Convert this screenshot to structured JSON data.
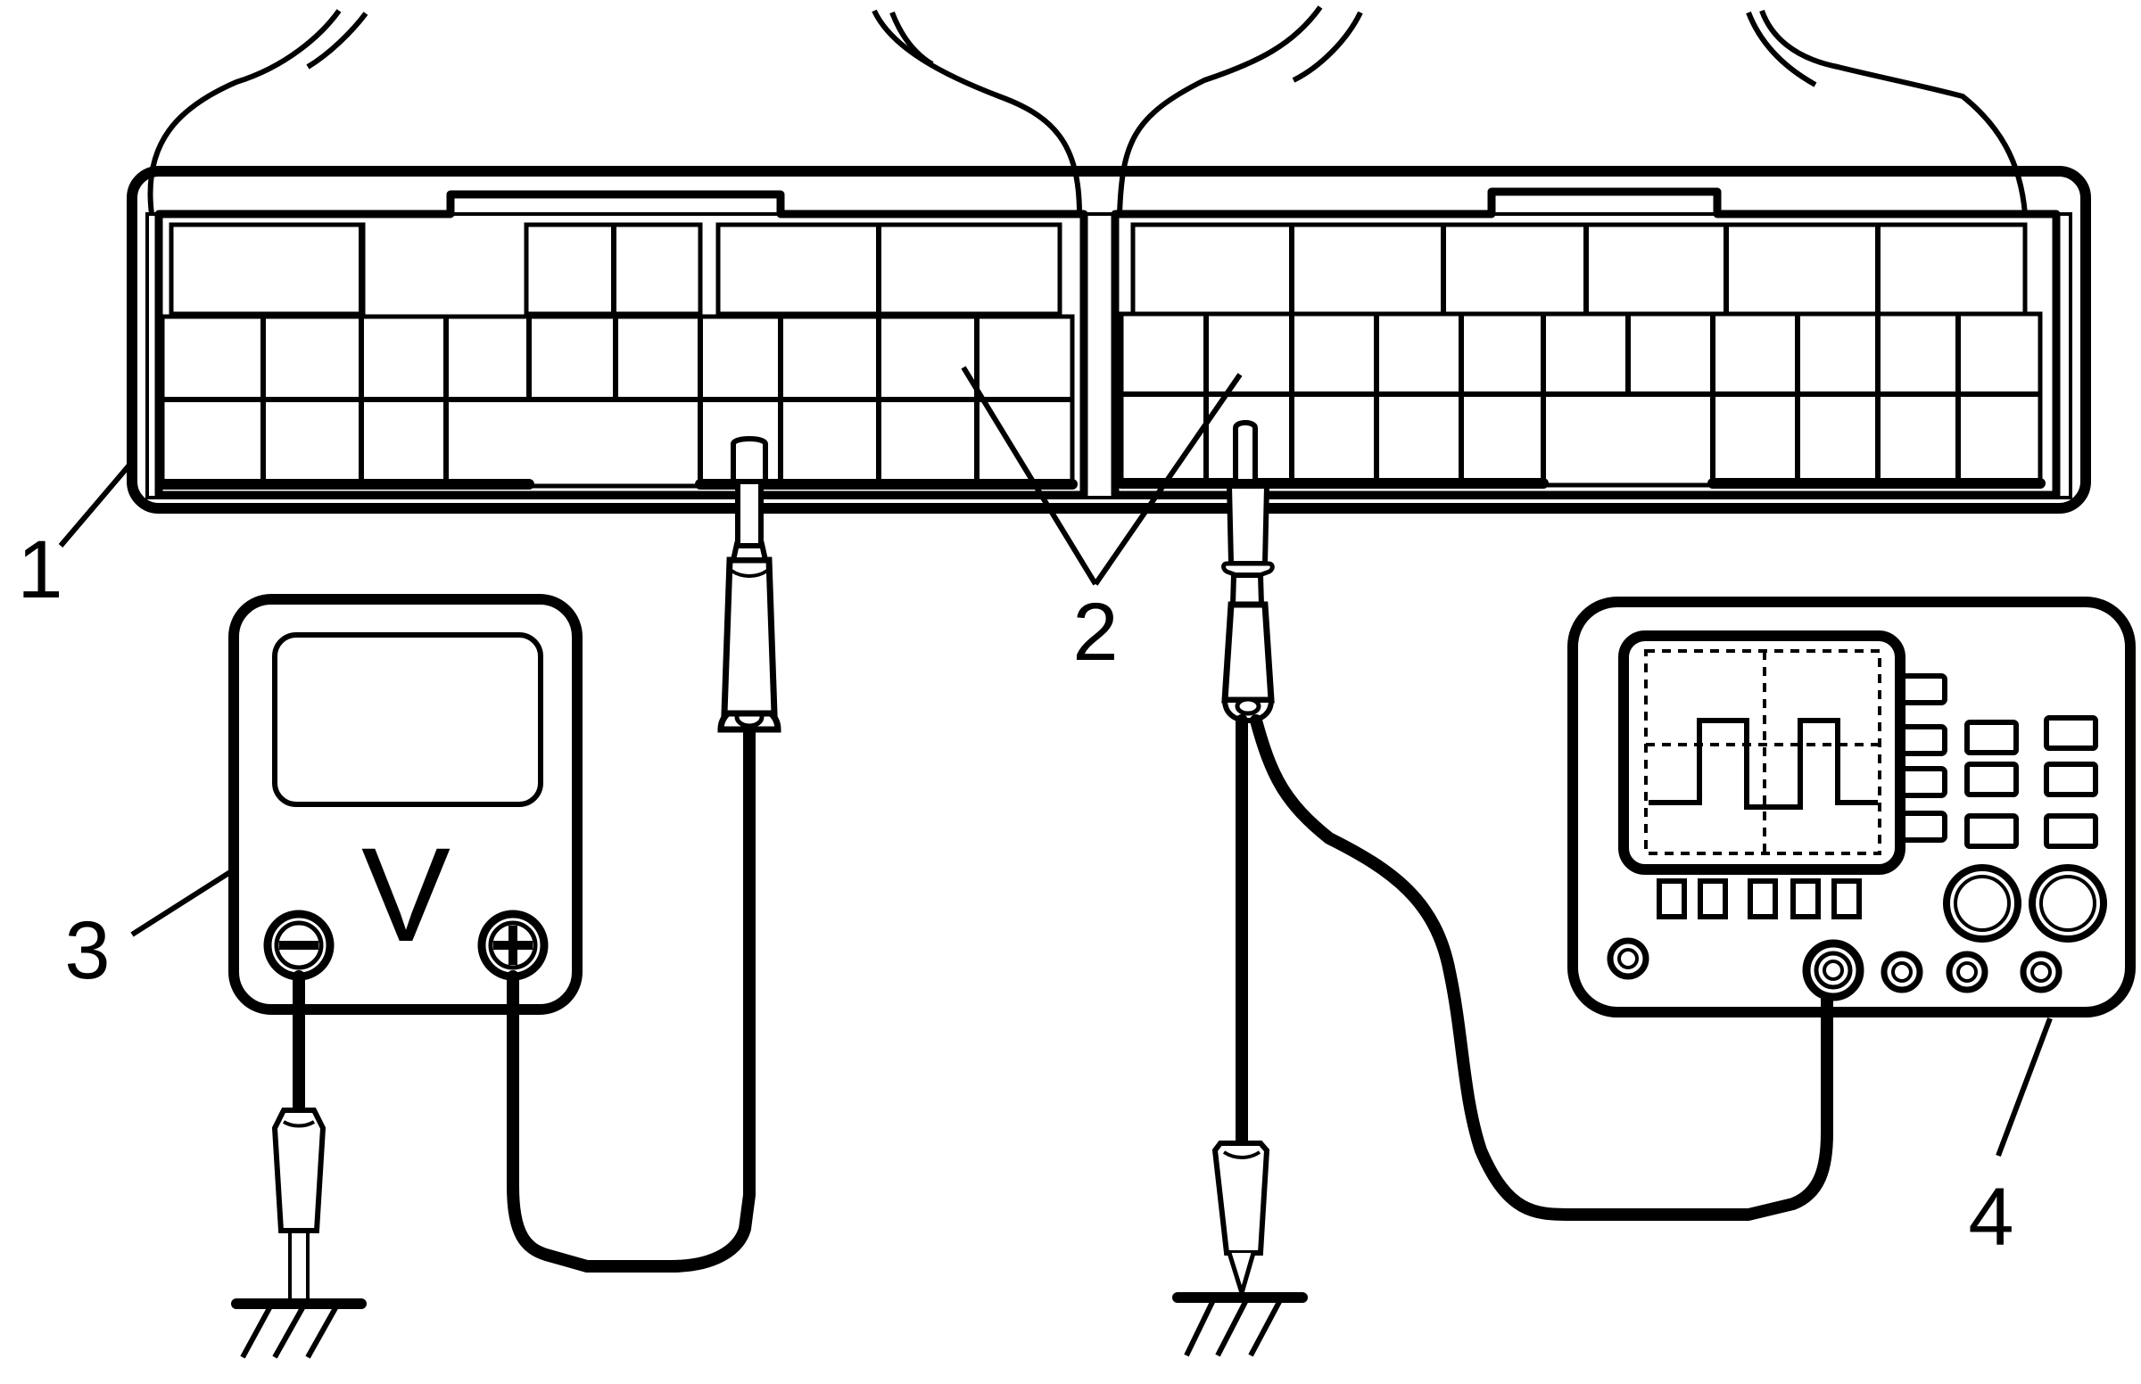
{
  "callouts": {
    "connector": "1",
    "pins": "2",
    "voltmeter": "3",
    "oscilloscope": "4"
  },
  "voltmeter": {
    "symbol": "V"
  }
}
